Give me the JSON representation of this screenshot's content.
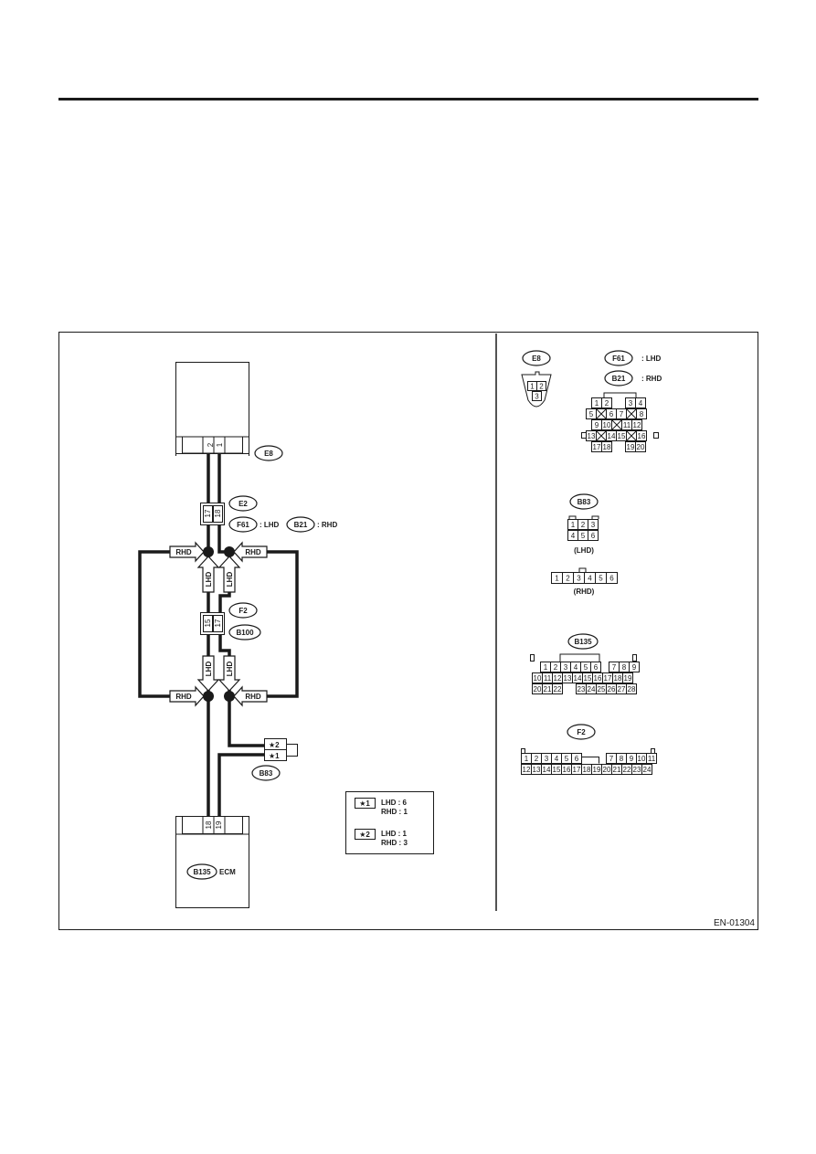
{
  "figure_id": "EN-01304",
  "connectors": {
    "e8": "E8",
    "e2": "E2",
    "f61": "F61",
    "b21": "B21",
    "f2": "F2",
    "b100": "B100",
    "b83": "B83",
    "b135": "B135"
  },
  "labels": {
    "lhd": "LHD",
    "rhd": "RHD",
    "lhd_paren": "(LHD)",
    "rhd_paren": "(RHD)",
    "lhd_suffix": ": LHD",
    "rhd_suffix": ": RHD",
    "ecm": "ECM"
  },
  "pins": {
    "e8_top": [
      "2",
      "1"
    ],
    "e2": [
      "17",
      "18"
    ],
    "f2_b100": [
      "15",
      "17"
    ],
    "ecm": [
      "18",
      "19"
    ],
    "b83_side": [
      "2",
      "1"
    ]
  },
  "legend": {
    "star1_label": "★1",
    "star1_lhd": "LHD : 6",
    "star1_rhd": "RHD : 1",
    "star2_label": "★2",
    "star2_lhd": "LHD : 1",
    "star2_rhd": "RHD : 3"
  },
  "faces": {
    "e8": {
      "row1": [
        "1",
        "2"
      ],
      "row2": [
        "3"
      ]
    },
    "f61_b21": {
      "row1": [
        "1",
        "2",
        "3",
        "4"
      ],
      "row2": [
        "5",
        "6",
        "7",
        "8"
      ],
      "row3": [
        "9",
        "10",
        "11",
        "12"
      ],
      "row4": [
        "13",
        "14",
        "15",
        "16"
      ],
      "row5": [
        "17",
        "18",
        "19",
        "20"
      ]
    },
    "b83_lhd": {
      "row1": [
        "1",
        "2",
        "3"
      ],
      "row2": [
        "4",
        "5",
        "6"
      ]
    },
    "b83_rhd": [
      "1",
      "2",
      "3",
      "4",
      "5",
      "6"
    ],
    "b135": {
      "row1": [
        "1",
        "2",
        "3",
        "4",
        "5",
        "6",
        "7",
        "8",
        "9"
      ],
      "row2": [
        "10",
        "11",
        "12",
        "13",
        "14",
        "15",
        "16",
        "17",
        "18",
        "19"
      ],
      "row3": [
        "20",
        "21",
        "22",
        "23",
        "24",
        "25",
        "26",
        "27",
        "28"
      ]
    },
    "f2": {
      "row1": [
        "1",
        "2",
        "3",
        "4",
        "5",
        "6",
        "7",
        "8",
        "9",
        "10",
        "11"
      ],
      "row2": [
        "12",
        "13",
        "14",
        "15",
        "16",
        "17",
        "18",
        "19",
        "20",
        "21",
        "22",
        "23",
        "24"
      ]
    }
  }
}
